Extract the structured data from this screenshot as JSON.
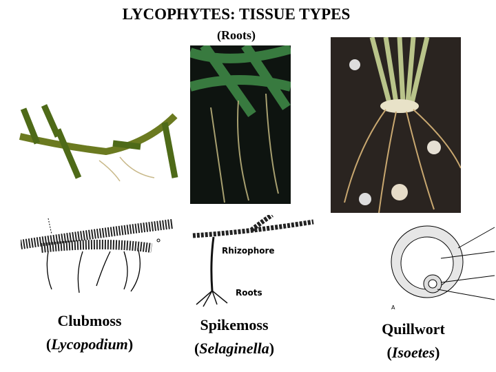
{
  "title": "LYCOPHYTES: TISSUE TYPES",
  "subtitle": "(Roots)",
  "figures": [
    {
      "common": "Clubmoss",
      "genus": "Lycopodium"
    },
    {
      "common": "Spikemoss",
      "genus": "Selaginella",
      "labels": {
        "rhizophore": "Rhizophore",
        "roots": "Roots"
      }
    },
    {
      "common": "Quillwort",
      "genus": "Isoetes",
      "marker": "A"
    }
  ]
}
